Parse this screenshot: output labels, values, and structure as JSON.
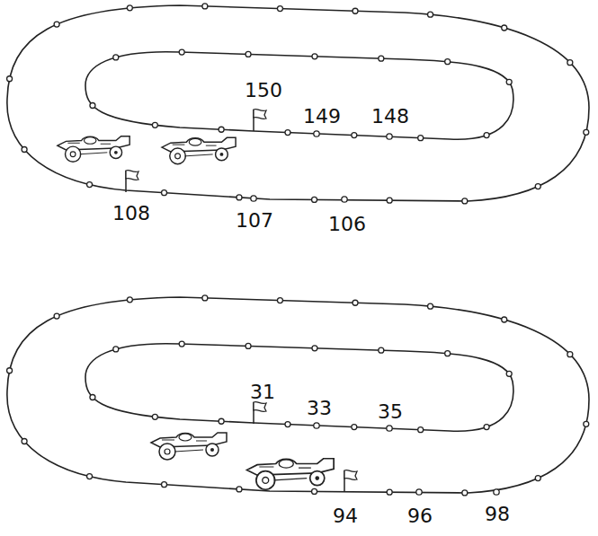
{
  "diagram": {
    "labels": [
      "150",
      "149",
      "148",
      "108",
      "107",
      "106",
      "31",
      "33",
      "35",
      "94",
      "96",
      "98"
    ]
  }
}
